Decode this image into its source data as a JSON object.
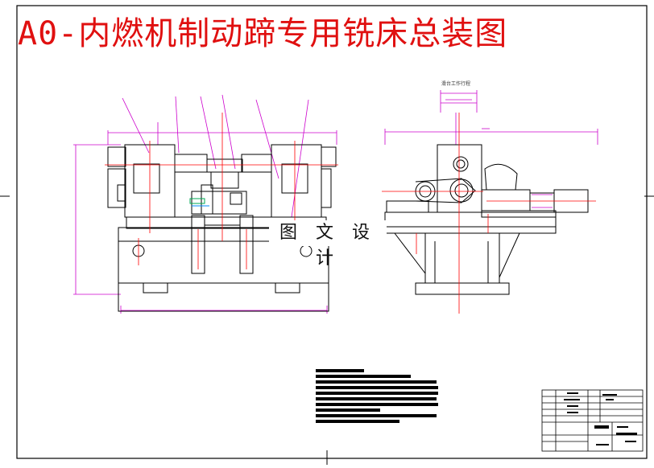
{
  "drawing": {
    "title": "A0-内燃机制动蹄专用铣床总装图",
    "watermark": "图 文 设 计",
    "side_view_label": "滑台工作行程"
  },
  "colors": {
    "title": "#e01010",
    "centerline": "#ff0000",
    "dimension": "#cc00cc",
    "outline": "#000000",
    "accent_green": "#00aa55",
    "accent_cyan": "#0088ff"
  }
}
